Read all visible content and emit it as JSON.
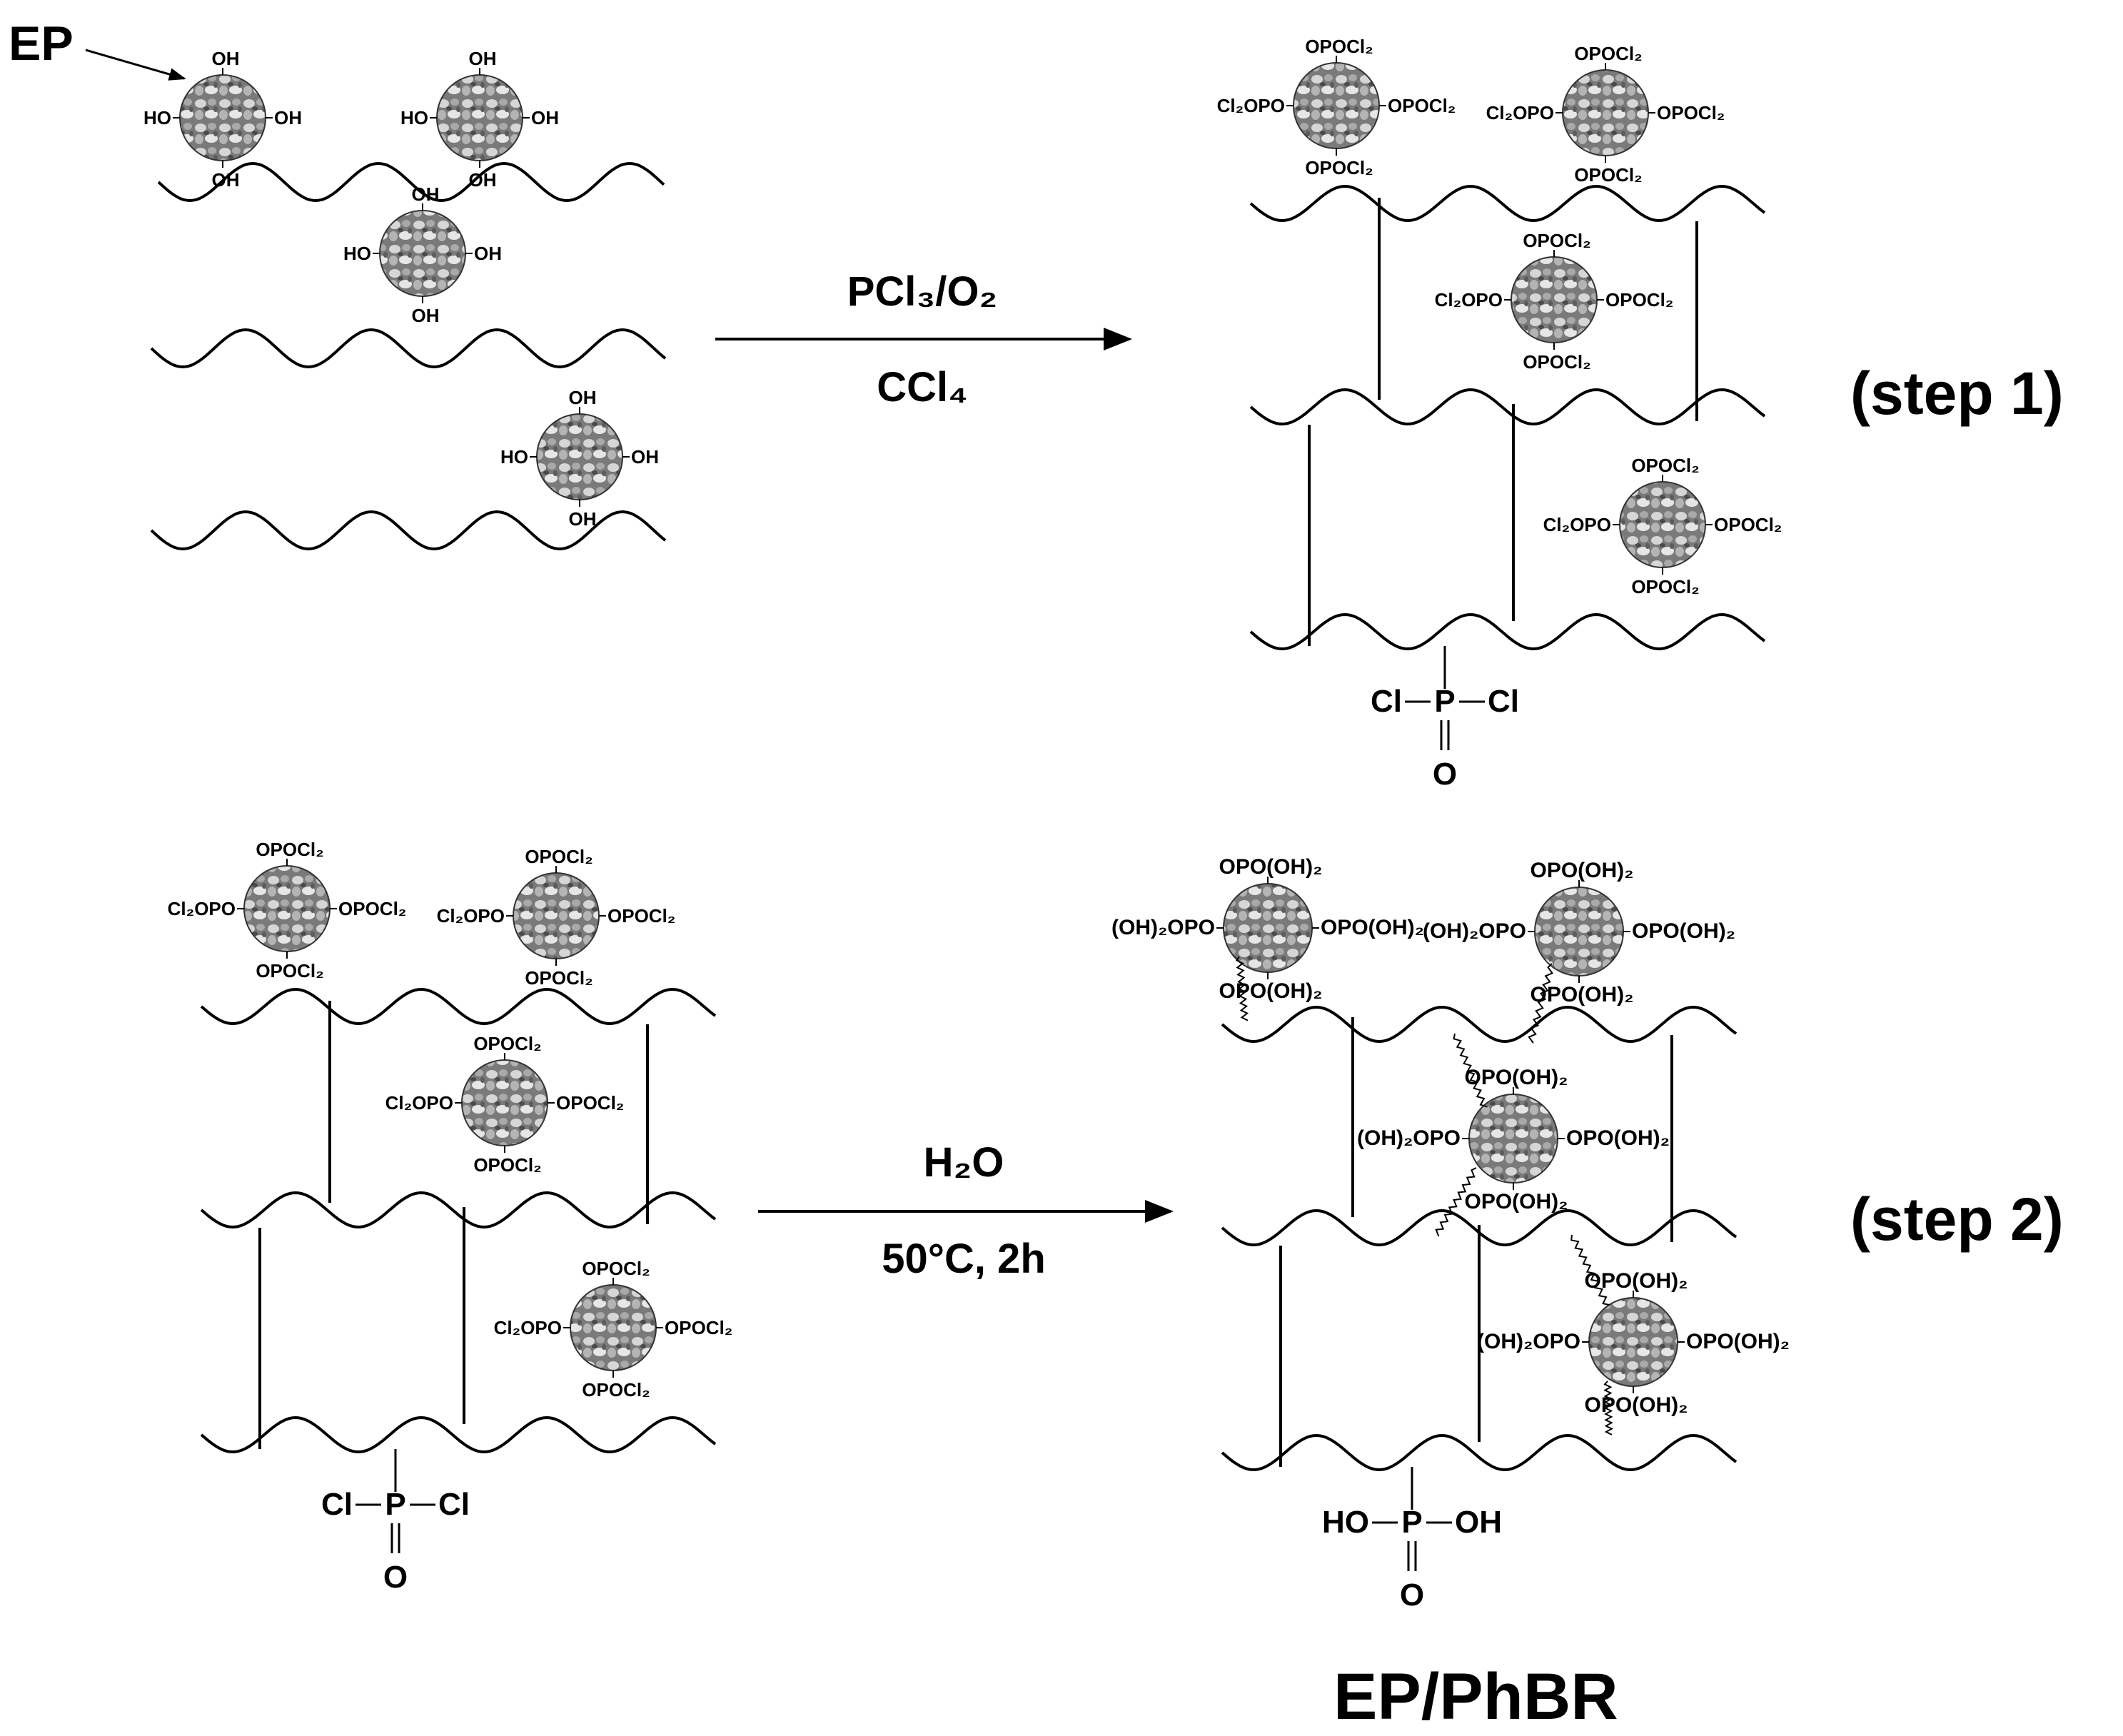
{
  "labels": {
    "ep": "EP",
    "step1": "(step 1)",
    "step2": "(step 2)",
    "product": "EP/PhBR"
  },
  "step1_conditions": {
    "top": "PCl₃/O₂",
    "bottom": "CCl₄"
  },
  "step2_conditions": {
    "top": "H₂O",
    "bottom": "50°C, 2h"
  },
  "groups": {
    "oh": "OH",
    "ho": "HO",
    "opocl2": "OPOCl₂",
    "cl2opo": "Cl₂OPO",
    "opooh2": "OPO(OH)₂",
    "oh2opo": "(OH)₂OPO"
  },
  "chloride_pendant": {
    "left": "Cl",
    "center": "P",
    "right": "Cl",
    "bottom": "O"
  },
  "acid_pendant": {
    "left": "HO",
    "center": "P",
    "right": "OH",
    "bottom": "O"
  },
  "colors": {
    "ink": "#000000",
    "particle_dark": "#5a5a5a",
    "particle_light": "#d9d9d9"
  }
}
